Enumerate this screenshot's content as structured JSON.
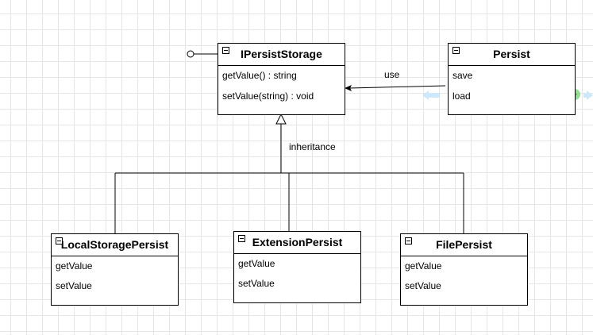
{
  "interface": {
    "title": "IPersistStorage",
    "members": [
      "getValue() : string",
      "setValue(string) : void"
    ]
  },
  "persist": {
    "title": "Persist",
    "members": [
      "save",
      "load"
    ]
  },
  "classes": [
    {
      "title": "LocalStoragePersist",
      "members": [
        "getValue",
        "setValue"
      ]
    },
    {
      "title": "ExtensionPersist",
      "members": [
        "getValue",
        "setValue"
      ]
    },
    {
      "title": "FilePersist",
      "members": [
        "getValue",
        "setValue"
      ]
    }
  ],
  "edges": {
    "use_label": "use",
    "inheritance_label": "inheritance"
  },
  "colors": {
    "grid": "#e6e6e6",
    "selection_arrow": "#cde8fb",
    "connection_handle": "#7fd17f"
  }
}
